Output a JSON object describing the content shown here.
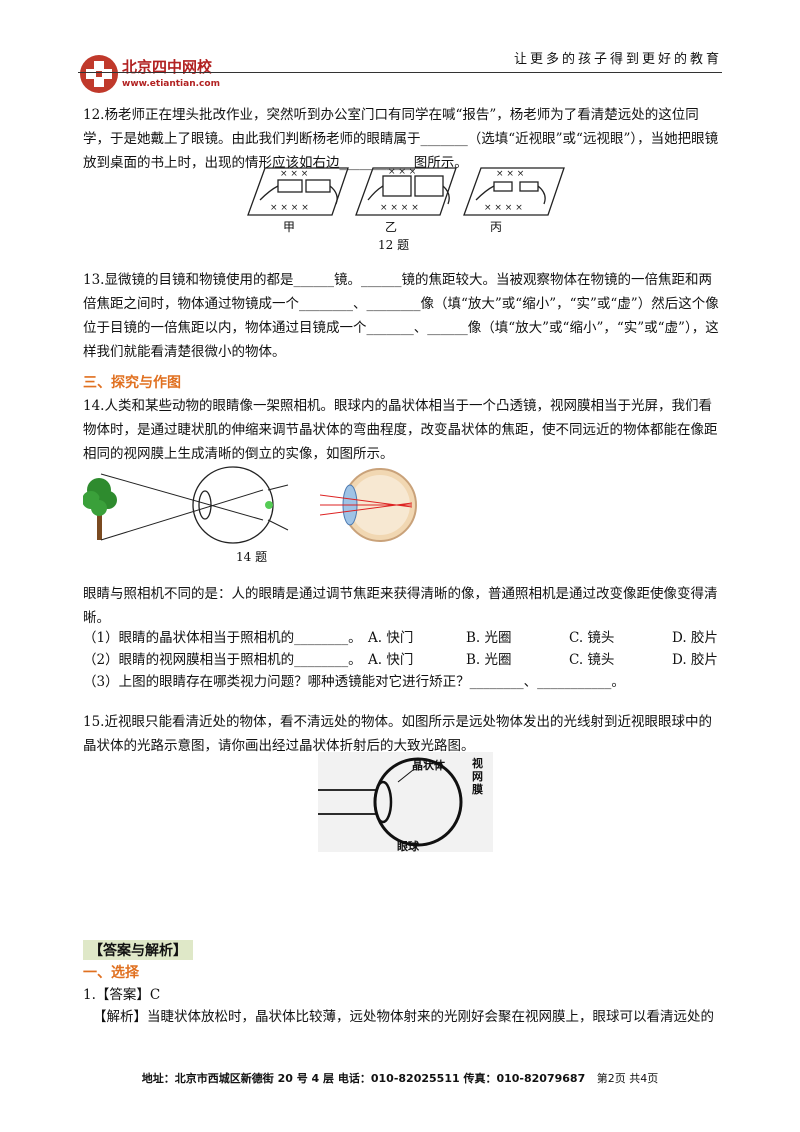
{
  "header": {
    "slogan": "让更多的孩子得到更好的教育",
    "logo_text": "北京四中网校",
    "logo_url": "www.etiantian.com"
  },
  "q12": {
    "text": "12.杨老师正在埋头批改作业，突然听到办公室门口有同学在喊“报告”，杨老师为了看清楚远处的这位同学，于是她戴上了眼镜。由此我们判断杨老师的眼睛属于_______（选填“近视眼”或“远视眼”），当她把眼镜放到桌面的书上时，出现的情形应该如右边___________图所示。",
    "labels": [
      "甲",
      "乙",
      "丙"
    ],
    "caption": "12 题"
  },
  "q13": {
    "text": "13.显微镜的目镜和物镜使用的都是______镜。______镜的焦距较大。当被观察物体在物镜的一倍焦距和两倍焦距之间时，物体通过物镜成一个________、________像（填“放大”或“缩小”，“实”或“虚”）然后这个像位于目镜的一倍焦距以内，物体通过目镜成一个_______、______像（填“放大”或“缩小”，“实”或“虚”），这样我们就能看清楚很微小的物体。"
  },
  "section3": "三、探究与作图",
  "q14": {
    "text": "14.人类和某些动物的眼睛像一架照相机。眼球内的晶状体相当于一个凸透镜，视网膜相当于光屏，我们看物体时，是通过睫状肌的伸缩来调节晶状体的弯曲程度，改变晶状体的焦距，使不同远近的物体都能在像距相同的视网膜上生成清晰的倒立的实像，如图所示。",
    "caption": "14 题",
    "diff_text": "眼睛与照相机不同的是：人的眼睛是通过调节焦距来获得清晰的像，普通照相机是通过改变像距使像变得清晰。",
    "sub1": "（1）眼睛的晶状体相当于照相机的________。",
    "sub2": "（2）眼睛的视网膜相当于照相机的________。",
    "sub3": "（3）上图的眼睛存在哪类视力问题？哪种透镜能对它进行矫正？________、___________。",
    "options": [
      "A. 快门",
      "B. 光圈",
      "C. 镜头",
      "D. 胶片"
    ]
  },
  "q15": {
    "text": "15.近视眼只能看清近处的物体，看不清远处的物体。如图所示是远处物体发出的光线射到近视眼眼球中的晶状体的光路示意图，请你画出经过晶状体折射后的大致光路图。",
    "label_lens": "晶状体",
    "label_retina": "视网膜",
    "label_eye": "眼球"
  },
  "answers": {
    "heading": "【答案与解析】",
    "section1": "一、选择",
    "a1": "1.【答案】C",
    "a1_explain": "【解析】当睫状体放松时，晶状体比较薄，远处物体射来的光刚好会聚在视网膜上，眼球可以看清远处的"
  },
  "footer": {
    "address": "地址：北京市西城区新德街 20 号 4 层 电话：010-82025511 传真：010-82079687",
    "page": "第2页 共4页"
  }
}
